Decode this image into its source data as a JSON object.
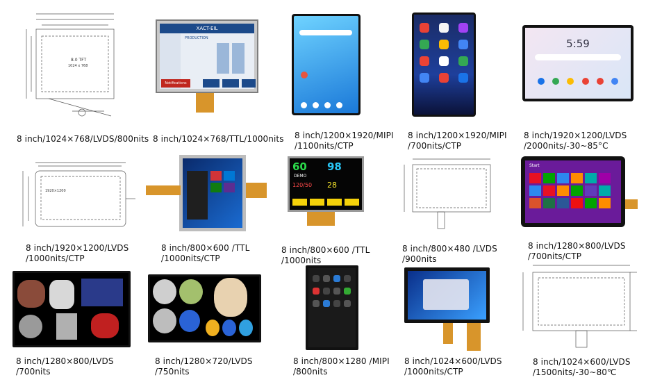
{
  "products": [
    {
      "caption": "8 inch/1024×768/LVDS/800nits"
    },
    {
      "caption": "8 inch/1024×768/TTL/1000nits"
    },
    {
      "caption": "8 inch/1200×1920/MIPI\n/1100nits/CTP"
    },
    {
      "caption": "8 inch/1200×1920/MIPI\n/700nits/CTP"
    },
    {
      "caption": "8 inch/1920×1200/LVDS\n/2000nits/-30~85°C"
    },
    {
      "caption": "8 inch/1920×1200/LVDS\n/1000nits/CTP"
    },
    {
      "caption": "8 inch/800×600 /TTL\n/1000nits/CTP"
    },
    {
      "caption": "8 inch/800×600 /TTL\n/1000nits"
    },
    {
      "caption": "8 inch/800×480 /LVDS\n/900nits"
    },
    {
      "caption": "8 inch/1280×800/LVDS\n/700nits/CTP"
    },
    {
      "caption": "8 inch/1280×800/LVDS\n/700nits"
    },
    {
      "caption": "8 inch/1280×720/LVDS\n/750nits"
    },
    {
      "caption": "8 inch/800×1280 /MIPI\n/800nits"
    },
    {
      "caption": "8 inch/1024×600/LVDS\n/1000nits/CTP"
    },
    {
      "caption": "8 inch/1024×600/LVDS\n/1500nits/-30~80℃"
    }
  ],
  "screens": {
    "tft_label": "8.0 TFT",
    "tft_res": "1024 x 768",
    "tft_res_b": "1920×1200",
    "brand": "XACT-EIL",
    "production": "PRODUCTION",
    "notifications_btn": "Notifications",
    "clock": "5:59",
    "monitor_hr": "60",
    "monitor_spo2": "98",
    "monitor_bp": "120/50",
    "monitor_rr": "28",
    "monitor_demo": "DEMO",
    "start_label": "Start"
  }
}
